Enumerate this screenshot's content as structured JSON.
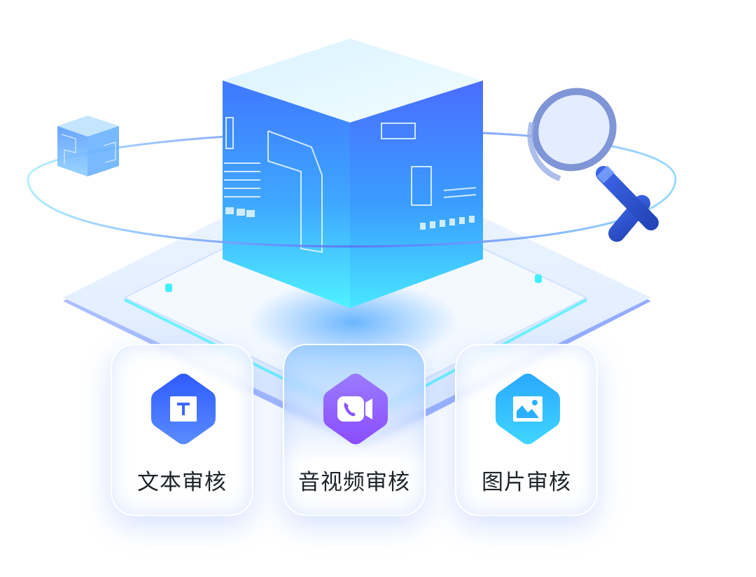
{
  "illustration": {
    "theme": "content-moderation",
    "elements": [
      "glass-cube",
      "small-cube",
      "orbit-ring",
      "magnifier",
      "platform"
    ]
  },
  "cards": [
    {
      "label": "文本审核",
      "icon": "text-icon",
      "color_top": "#2f5bff",
      "color_bottom": "#5a8cff"
    },
    {
      "label": "音视频审核",
      "icon": "video-call-icon",
      "color_top": "#9b7bff",
      "color_bottom": "#8a4dff"
    },
    {
      "label": "图片审核",
      "icon": "image-icon",
      "color_top": "#2aa8ff",
      "color_bottom": "#3fd6ff"
    }
  ],
  "colors": {
    "cube_top": "#e8fbff",
    "cube_blue": "#3f7cff",
    "cube_cyan": "#4ff0ff",
    "ring": "#5b7bff",
    "ring_light": "#a8ecff",
    "magnifier_handle": "#2f56d8",
    "text": "#1f2329"
  }
}
